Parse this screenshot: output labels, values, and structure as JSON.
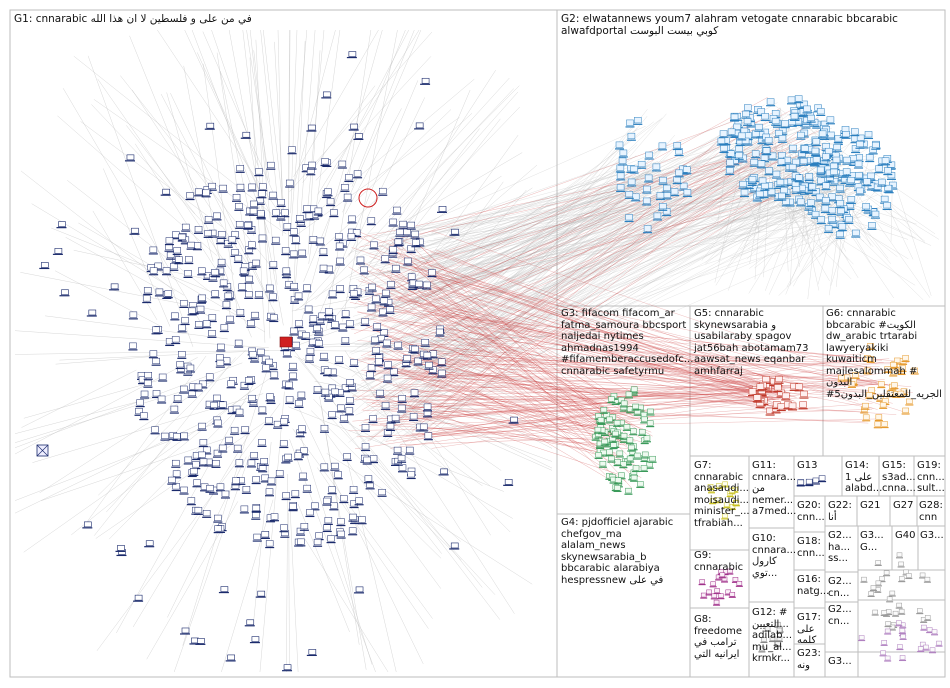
{
  "colors": {
    "g1": "#1a2a6c",
    "g2": "#2b7fbf",
    "g3": "#3a9a5a",
    "g5": "#c0392b",
    "g6": "#e69a2e",
    "g7": "#c8c020",
    "g9": "#a0308a",
    "edge_gray": "#b8b8b8",
    "edge_red": "#c83030",
    "box_border": "#bdbdbd"
  },
  "groups": [
    {
      "id": "G1",
      "label": "G1: cnnarabic في من على و فلسطين لا ان هذا الله"
    },
    {
      "id": "G2",
      "label": "G2: elwatannews youm7 alahram vetogate cnnarabic bbcarabic\nalwafdportal كوبي بيست البوست"
    },
    {
      "id": "G3",
      "label": "G3: fifacom fifacom_ar\nfatma_samoura bbcsport\nnaljedai nytimes\nahmadnas1994\n#fifamemberaccusedofc...\ncnnarabic safetyrmu"
    },
    {
      "id": "G5",
      "label": "G5: cnnarabic\nskynewsarabia و\nusabilaraby spagov\njat56bah abotamam73\naawsat_news eqanbar\namhfarraj"
    },
    {
      "id": "G6",
      "label": "G6: cnnarabic\nbbcarabic #الكويت\ndw_arabic trtarabi\nlawyeryakiki\nkuwaiticm\nmajlesalommah # البدون\n#الجريه_للمعتقلين_البدون5"
    },
    {
      "id": "G4",
      "label": "G4: pjdofficiel ajarabic\nchefgov_ma\nalalam_news\nskynewsarabia_b\nbbcarabic alarabiya\nhespressnew في على"
    },
    {
      "id": "G7",
      "label": "G7:\ncnnarabic\nanasaudi...\nmoisaudi...\nminister_...\ntfrabiah..."
    },
    {
      "id": "G11",
      "label": "G11:\ncnnara...\nمن\nnemer...\na7med..."
    },
    {
      "id": "G13",
      "label": "G13"
    },
    {
      "id": "G14",
      "label": "G14:\nعلى 1\nalabd..."
    },
    {
      "id": "G15",
      "label": "G15:\ns3ad...\ncnna..."
    },
    {
      "id": "G19",
      "label": "G19:\ncnn...\nsult..."
    },
    {
      "id": "G20",
      "label": "G20:\ncnn..."
    },
    {
      "id": "G22",
      "label": "G22:\nأنا"
    },
    {
      "id": "G21",
      "label": "G21"
    },
    {
      "id": "G27",
      "label": "G27"
    },
    {
      "id": "G28",
      "label": "G28:\ncnn"
    },
    {
      "id": "G10",
      "label": "G10:\ncnnara...\nكارول\nتوي..."
    },
    {
      "id": "G18",
      "label": "G18:\ncnn..."
    },
    {
      "id": "G2x",
      "label": "G2...\nha...\nss..."
    },
    {
      "id": "G3x",
      "label": "G3...\nG..."
    },
    {
      "id": "G40",
      "label": "G40"
    },
    {
      "id": "G3y",
      "label": "G3..."
    },
    {
      "id": "G9",
      "label": "G9:\ncnnarabic"
    },
    {
      "id": "G16",
      "label": "G16:\nnatg..."
    },
    {
      "id": "G2y",
      "label": "G2...\ncn..."
    },
    {
      "id": "G8",
      "label": "G8:\nfreedome\nترامب في\nايرانيه التي"
    },
    {
      "id": "G12",
      "label": "G12: #\nالتعيين...\nadilab...\nmu_al...\nkrmkr..."
    },
    {
      "id": "G17",
      "label": "G17:\nعلى\nكلمه"
    },
    {
      "id": "G23",
      "label": "G23:\nونه"
    },
    {
      "id": "G2z",
      "label": "G2...\ncn..."
    },
    {
      "id": "G3z",
      "label": "G3..."
    }
  ]
}
